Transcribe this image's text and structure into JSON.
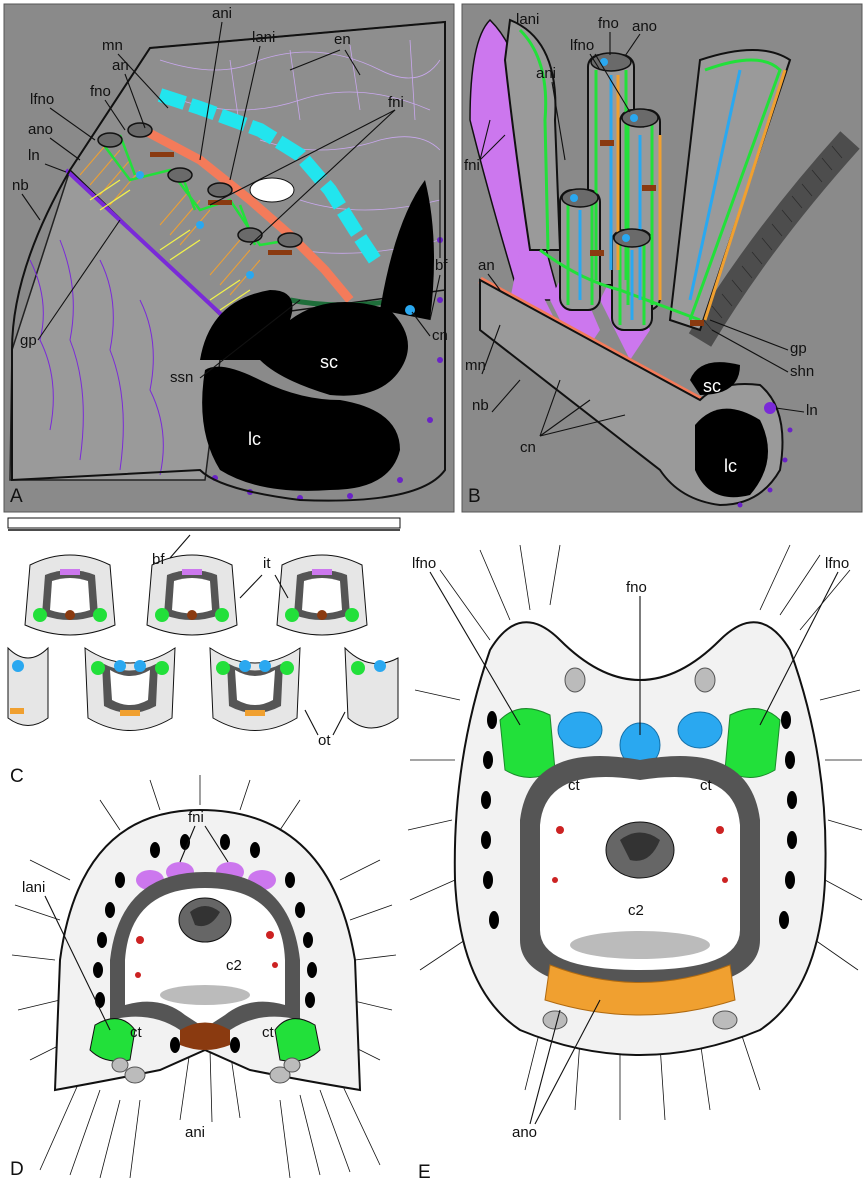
{
  "colors": {
    "panel_bg": "#8a8a8a",
    "black": "#000000",
    "cyan_medullary": "#22e5ee",
    "salmon": "#f47b5a",
    "green_neurites": "#22e03a",
    "blue": "#2aa8f0",
    "orange": "#f0a030",
    "violet": "#cc77ee",
    "purple": "#7a2ad8",
    "brown": "#8a3a10",
    "dark_green": "#1e6e3a",
    "yellow": "#f2f24a",
    "red": "#cc2222"
  },
  "panels": {
    "A": {
      "letter": "A",
      "labels": {
        "ani": "ani",
        "mn": "mn",
        "lani": "lani",
        "en": "en",
        "an": "an",
        "lfno": "lfno",
        "fno": "fno",
        "fni": "fni",
        "ano": "ano",
        "ln": "ln",
        "nb": "nb",
        "bf": "bf",
        "cn": "cn",
        "sc": "sc",
        "lc": "lc",
        "gp": "gp",
        "ssn": "ssn"
      }
    },
    "B": {
      "letter": "B",
      "labels": {
        "lani": "lani",
        "fno": "fno",
        "ano": "ano",
        "lfno": "lfno",
        "ani": "ani",
        "fni": "fni",
        "an": "an",
        "gp": "gp",
        "shn": "shn",
        "mn": "mn",
        "sc": "sc",
        "ln": "ln",
        "nb": "nb",
        "cn": "cn",
        "lc": "lc"
      }
    },
    "C": {
      "letter": "C",
      "labels": {
        "bf": "bf",
        "it": "it",
        "ot": "ot"
      }
    },
    "D": {
      "letter": "D",
      "labels": {
        "fni": "fni",
        "lani": "lani",
        "c2": "c2",
        "ct_left": "ct",
        "ct_right": "ct",
        "ani": "ani"
      }
    },
    "E": {
      "letter": "E",
      "labels": {
        "lfno_left": "lfno",
        "lfno_right": "lfno",
        "fno": "fno",
        "ct_left": "ct",
        "ct_right": "ct",
        "c2": "c2",
        "ano": "ano"
      }
    }
  }
}
